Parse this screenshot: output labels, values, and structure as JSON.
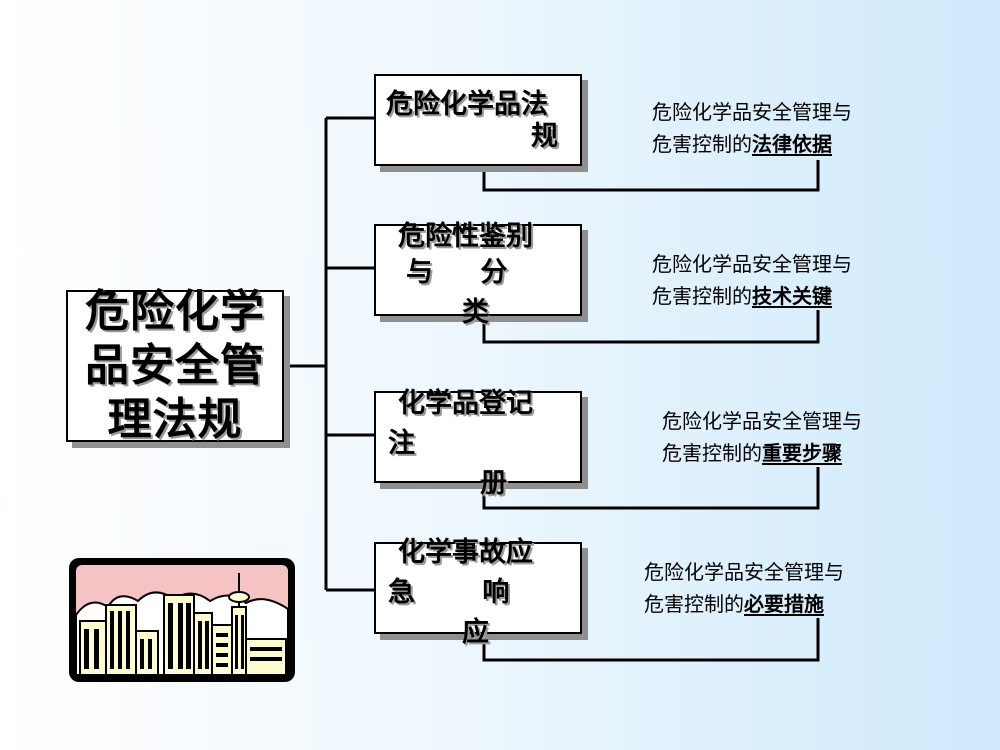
{
  "root": {
    "lines": [
      "危险化学",
      "品安全管",
      "理法规"
    ]
  },
  "branches": [
    {
      "label_lines": [
        "危险化学品法",
        "规"
      ],
      "desc_line1": "危险化学品安全管理与",
      "desc_prefix": "危害控制的",
      "desc_keyword": "法律依据"
    },
    {
      "label_lines": [
        "危险性鉴别",
        "与 分",
        "类"
      ],
      "desc_line1": "危险化学品安全管理与",
      "desc_prefix": "危害控制的",
      "desc_keyword": "技术关键"
    },
    {
      "label_lines": [
        "化学品登记",
        "注",
        "册"
      ],
      "desc_line1": "危险化学品安全管理与",
      "desc_prefix": "危害控制的",
      "desc_keyword": "重要步骤"
    },
    {
      "label_lines": [
        "化学事故应",
        "急 响",
        "应"
      ],
      "desc_line1": "危险化学品安全管理与",
      "desc_prefix": "危害控制的",
      "desc_keyword": "必要措施"
    }
  ],
  "clipart": {
    "icon": "city-skyline-icon",
    "sky_color": "#f6c3c5",
    "building_color": "#fffbd0"
  }
}
